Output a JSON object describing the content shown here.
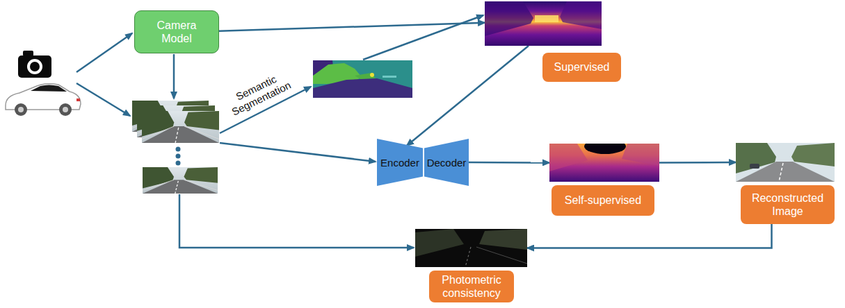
{
  "diagram": {
    "nodes": [
      {
        "text": [
          "Camera Model"
        ]
      },
      {
        "text": [
          "Supervised"
        ]
      },
      {
        "text": [
          "Encoder"
        ]
      },
      {
        "text": [
          "Decoder"
        ]
      },
      {
        "text": [
          "Self-supervised"
        ]
      },
      {
        "text": [
          "Reconstructed Image"
        ]
      },
      {
        "text": [
          "Photometric consistency"
        ]
      }
    ],
    "edges": [
      {
        "from": 0,
        "to": 1,
        "arrow": "to"
      },
      {
        "from": 1,
        "to": 2,
        "arrow": "to"
      },
      {
        "from": 3,
        "to": 4,
        "arrow": "to"
      },
      {
        "from": 4,
        "to": 5,
        "arrow": "to"
      },
      {
        "from": 5,
        "to": 6,
        "arrow": "to"
      }
    ],
    "labels": [
      "Semantic Segmentation"
    ]
  }
}
